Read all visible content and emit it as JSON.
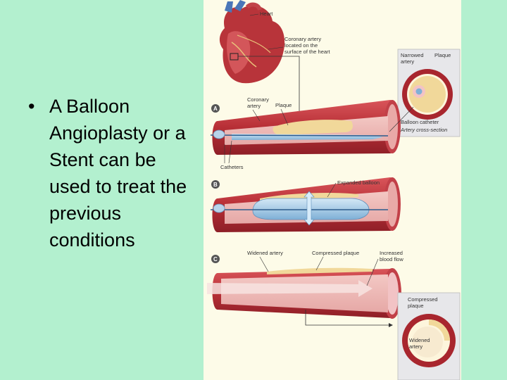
{
  "slide": {
    "bullet_symbol": "•",
    "bullet_text": "A Balloon Angioplasty or a Stent can be used to treat the previous conditions"
  },
  "figure": {
    "labels": {
      "heart": "Heart",
      "coronary_surface_1": "Coronary artery",
      "coronary_surface_2": "located on the",
      "coronary_surface_3": "surface of the heart",
      "narrowed_1": "Narrowed",
      "narrowed_2": "artery",
      "plaque_cs": "Plaque",
      "balloon_catheter": "Balloon catheter",
      "artery_cross_section": "Artery cross-section",
      "coronary_a_1": "Coronary",
      "coronary_a_2": "artery",
      "plaque_a": "Plaque",
      "catheters": "Catheters",
      "expanded_balloon": "Expanded balloon",
      "widened_artery_c": "Widened artery",
      "compressed_plaque_c": "Compressed plaque",
      "increased_1": "Increased",
      "increased_2": "blood flow",
      "compressed_cs_1": "Compressed",
      "compressed_cs_2": "plaque",
      "widened_cs_1": "Widened",
      "widened_cs_2": "artery"
    },
    "steps": {
      "a": "A",
      "b": "B",
      "c": "C"
    },
    "colors": {
      "artery_outer": "#c4393c",
      "artery_inner": "#a82a30",
      "plaque": "#f1d89a",
      "balloon": "#9cc3e0",
      "panel_bg": "#fdfbe8"
    }
  }
}
